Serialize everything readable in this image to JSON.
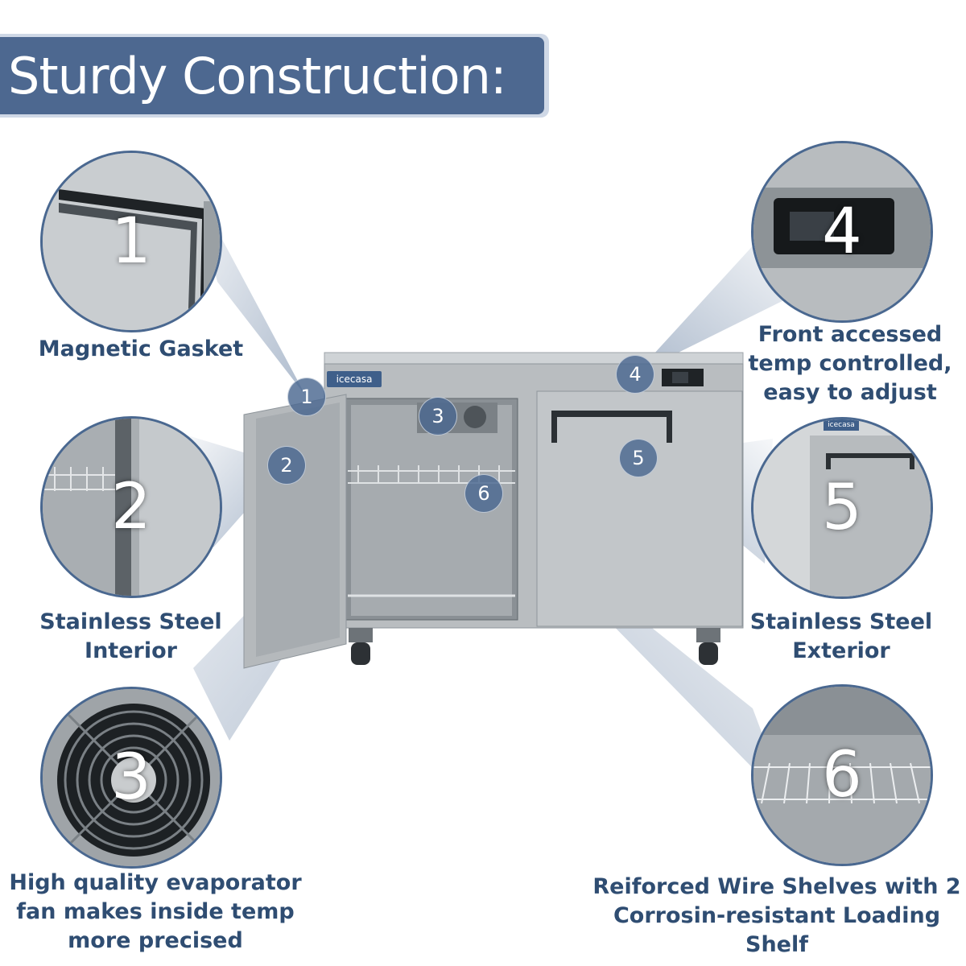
{
  "title": "Sturdy Construction:",
  "brand": "icecasa",
  "features": [
    {
      "number": "1",
      "caption_lines": [
        "Magnetic Gasket"
      ]
    },
    {
      "number": "2",
      "caption_lines": [
        "Stainless Steel",
        "Interior"
      ]
    },
    {
      "number": "3",
      "caption_lines": [
        "High quality evaporator",
        "fan makes inside temp",
        "more precised"
      ]
    },
    {
      "number": "4",
      "caption_lines": [
        "Front accessed",
        "temp controlled,",
        "easy to adjust"
      ]
    },
    {
      "number": "5",
      "caption_lines": [
        "Stainless Steel",
        "Exterior"
      ]
    },
    {
      "number": "6",
      "caption_lines": [
        "Reiforced Wire Shelves with 2",
        "Corrosin-resistant Loading",
        "Shelf"
      ]
    }
  ],
  "colors": {
    "accent": "#4d6890",
    "caption": "#2f4d72",
    "steel": "#b9bdc0"
  }
}
